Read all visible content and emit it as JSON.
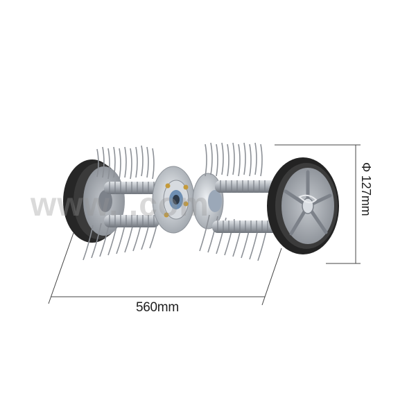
{
  "product": {
    "name": "",
    "colors": {
      "tire": "#2b2b2b",
      "rim": "#9aa0a6",
      "shaft": "#b8bcc2",
      "tine": "#8c9096",
      "hub": "#c9ced4",
      "line": "#444444"
    }
  },
  "dimensions": {
    "width_label": "560mm",
    "diameter_label": "Φ 127mm"
  },
  "watermark": {
    "text": "www.            .com"
  }
}
